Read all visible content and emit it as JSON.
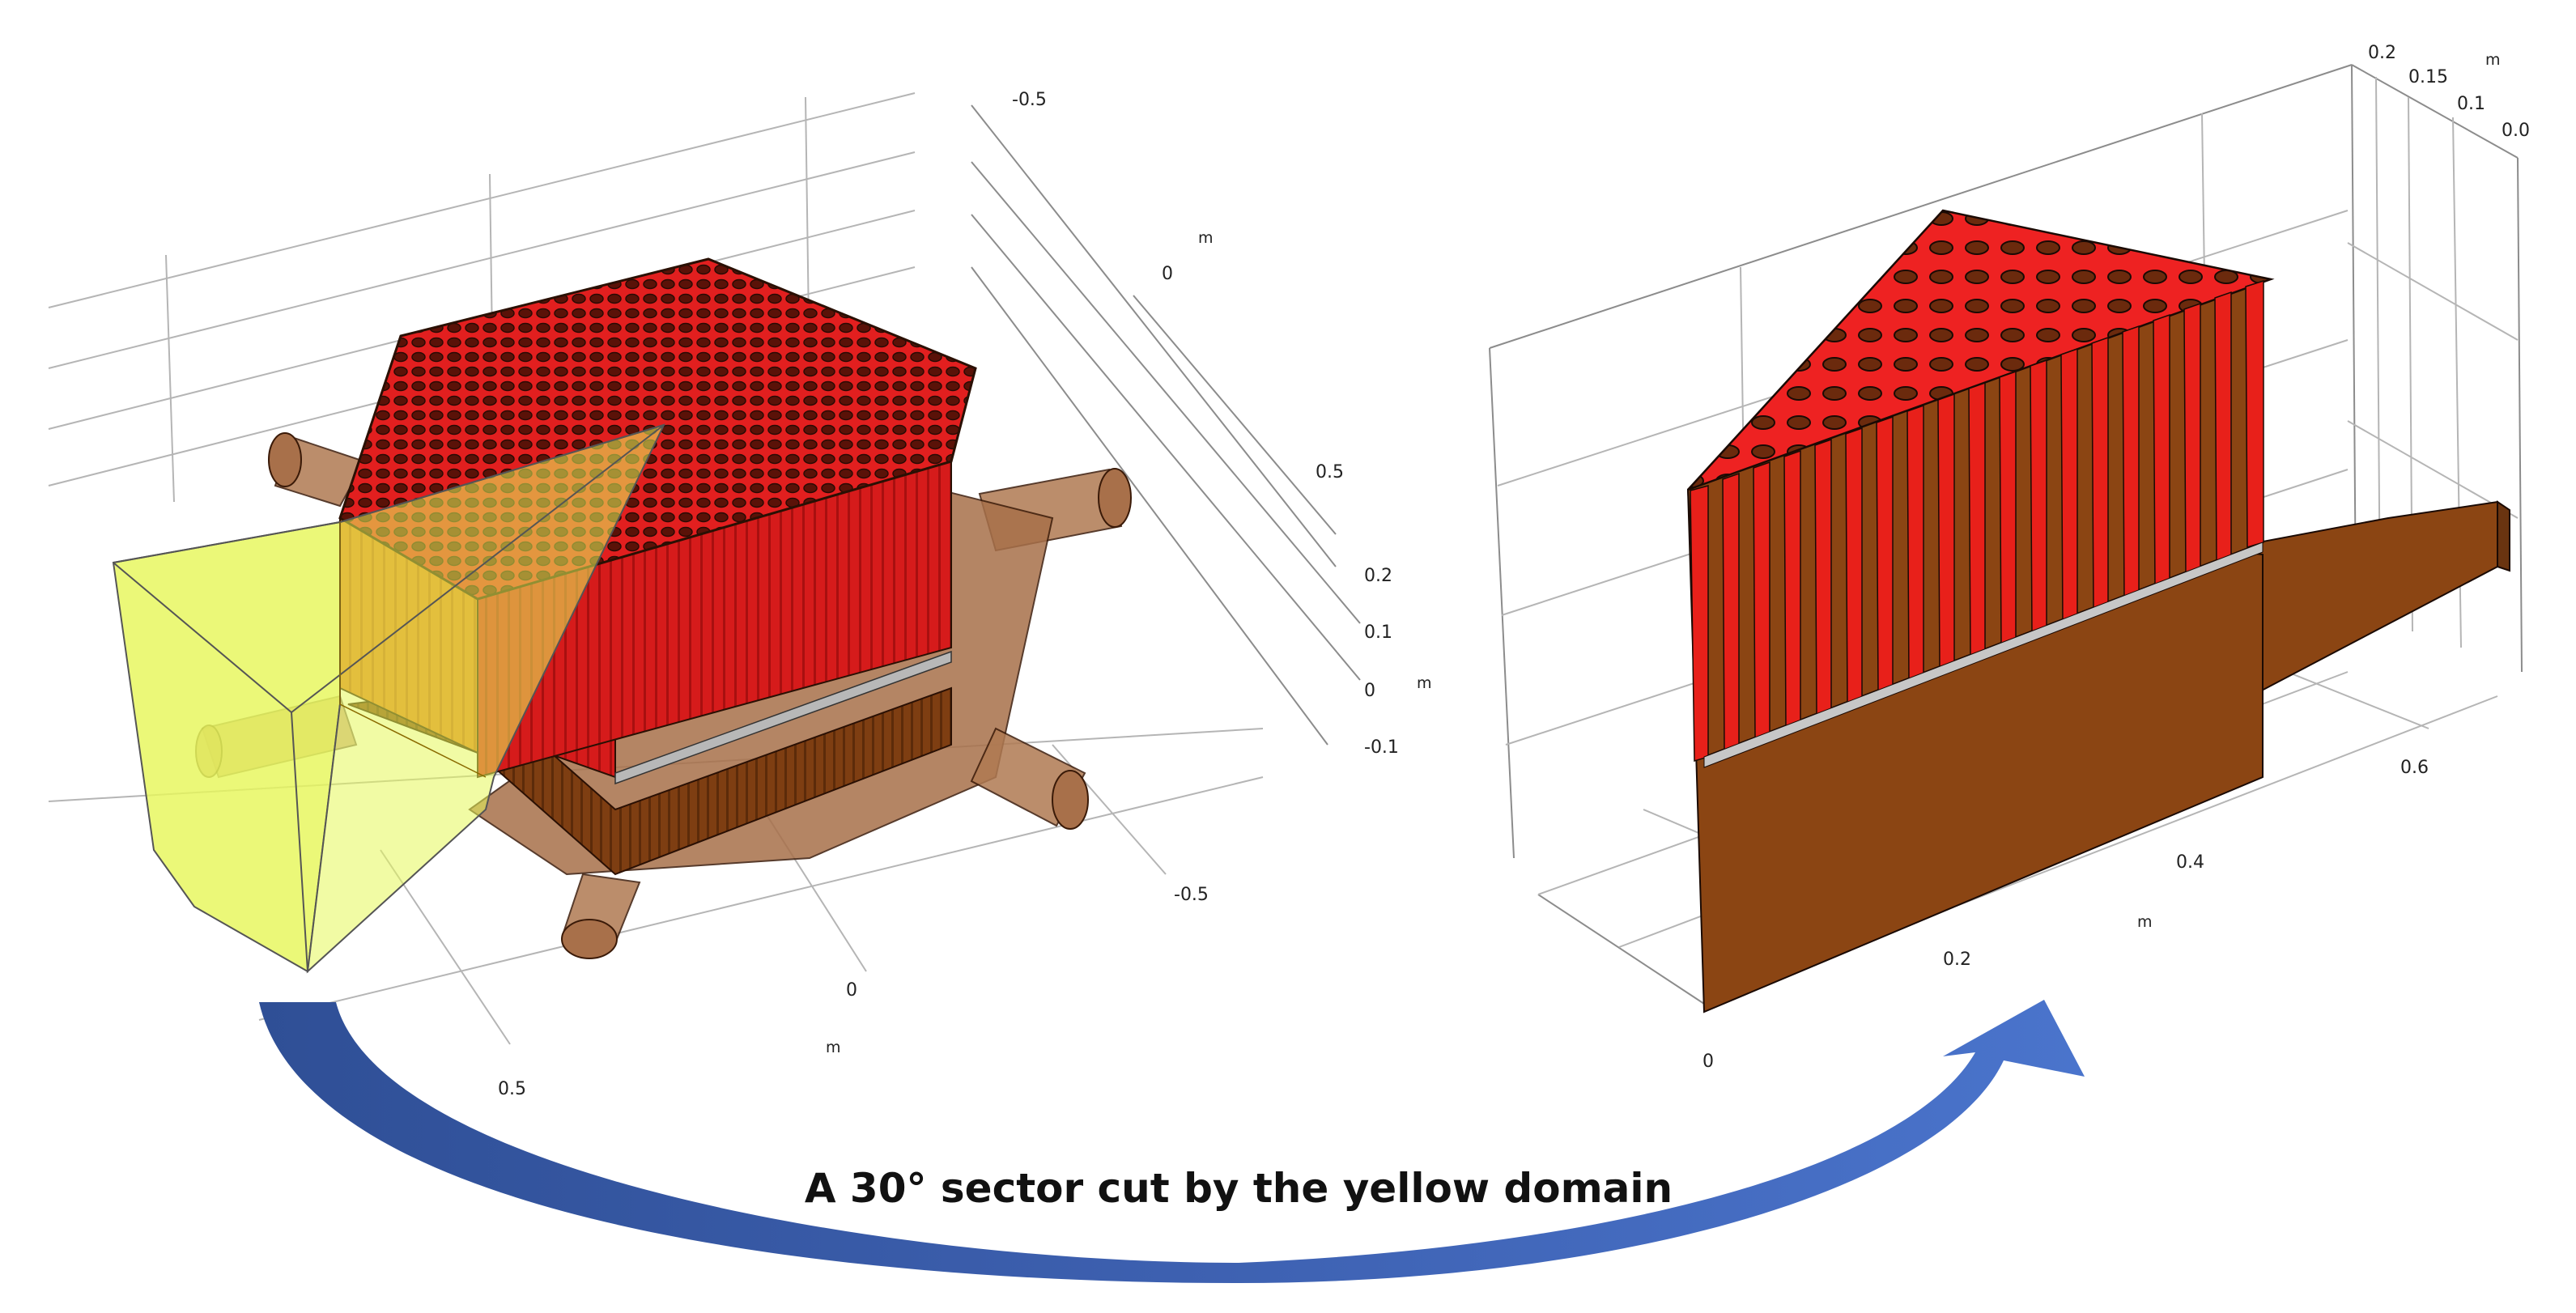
{
  "caption": "A 30° sector cut by the yellow domain",
  "left_panel": {
    "ticks_right_axis": [
      "-0.5",
      "0",
      "0.5"
    ],
    "unit_right_axis": "m",
    "ticks_vertical_axis": [
      "0.2",
      "0.1",
      "0",
      "-0.1"
    ],
    "unit_vertical_axis": "m",
    "ticks_bottom_axis": [
      "0.5",
      "0",
      "-0.5"
    ],
    "unit_bottom_axis": "m"
  },
  "right_panel": {
    "ticks_top_axis": [
      "0.2",
      "0.15",
      "0.1",
      "0.0"
    ],
    "unit_top_axis": "m",
    "ticks_bottom_axis": [
      "0",
      "0.2",
      "0.4",
      "0.6"
    ],
    "unit_bottom_axis": "m"
  },
  "colors": {
    "top_face_red": "#ee2020",
    "side_red": "#d81a1a",
    "body_brown": "#8b4513",
    "pipe_brown": "#a8704a",
    "yellow_domain": "#e6f75a",
    "arrow_blue": "#3f66b8"
  }
}
